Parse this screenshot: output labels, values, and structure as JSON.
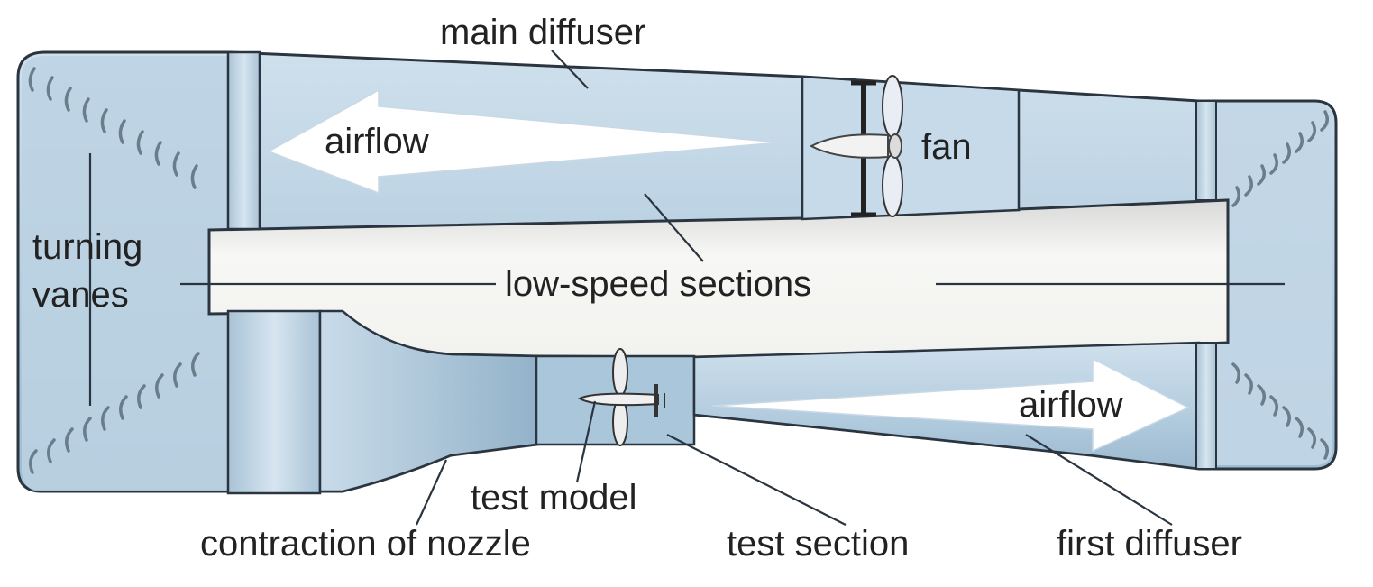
{
  "labels": {
    "main_diffuser": "main diffuser",
    "airflow_top": "airflow",
    "fan": "fan",
    "turning_vanes_line1": "turning",
    "turning_vanes_line2": "vanes",
    "low_speed_sections": "low-speed sections",
    "airflow_bottom": "airflow",
    "test_model": "test model",
    "contraction_of_nozzle": "contraction of nozzle",
    "test_section": "test section",
    "first_diffuser": "first diffuser"
  },
  "colors": {
    "duct_fill": "#b4cde0",
    "duct_light": "#d2e2ee",
    "duct_dark": "#8eaec6",
    "outline": "#2b3540",
    "inner_gap": "#f4f4f2",
    "arrow": "#ffffff",
    "text": "#222222"
  },
  "icons": [
    "fan-icon",
    "airplane-model-icon",
    "airflow-arrow-icon",
    "turning-vanes-icon"
  ]
}
